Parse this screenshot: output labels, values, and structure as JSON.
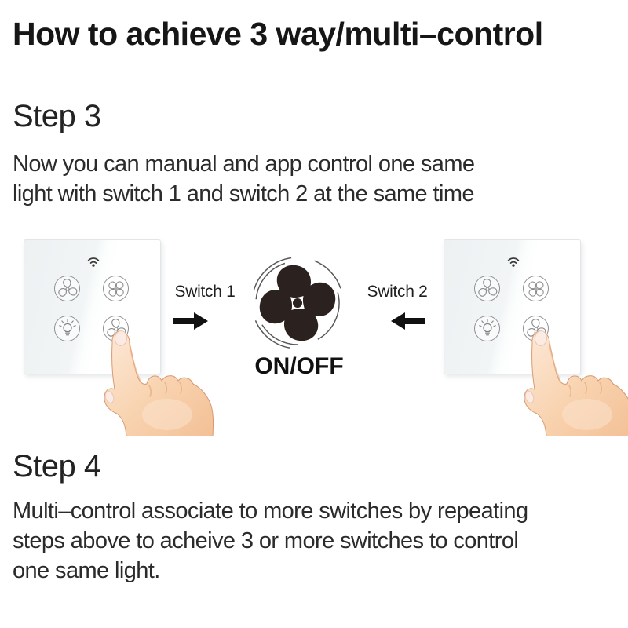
{
  "title": "How to achieve 3 way/multi–control",
  "step3": {
    "heading": "Step 3",
    "body": "Now you can manual and app control one same\nlight with switch 1 and switch 2 at the same time"
  },
  "step4": {
    "heading": "Step 4",
    "body": "Multi–control associate to more switches by repeating\nsteps above to acheive 3 or more switches to control\none same light."
  },
  "diagram": {
    "switch1_label": "Switch 1",
    "switch2_label": "Switch 2",
    "onoff_label": "ON/OFF",
    "panel_button_icons": [
      "fan-3-blade",
      "fan-4-blade",
      "light-bulb",
      "fan-3-blade"
    ],
    "status_icon": "wifi",
    "colors": {
      "fan_blade": "#2b211e",
      "panel_tint": "#edf1f2",
      "icon_stroke": "#8a8c8d",
      "arrow_black": "#111111",
      "skin": "#f8d2ae",
      "skin_shadow": "#e9af85",
      "nail": "#fcebe3"
    }
  }
}
